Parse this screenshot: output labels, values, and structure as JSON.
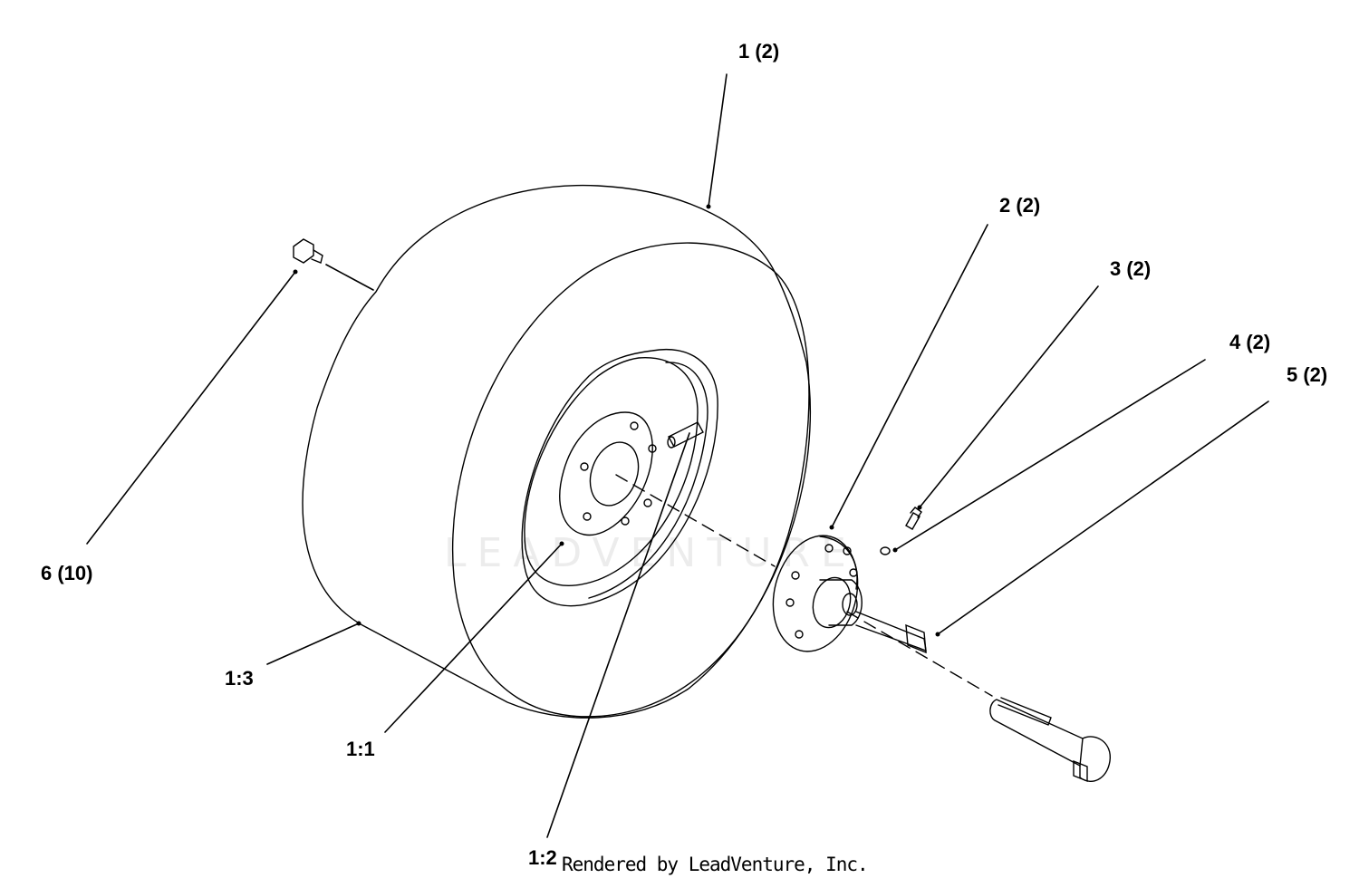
{
  "diagram": {
    "callouts": {
      "c1": "1 (2)",
      "c2": "2 (2)",
      "c3": "3 (2)",
      "c4": "4 (2)",
      "c5": "5 (2)",
      "c6": "6 (10)",
      "c1_1": "1:1",
      "c1_2": "1:2",
      "c1_3": "1:3"
    },
    "credit": "Rendered by LeadVenture, Inc.",
    "watermark": "LEADVENTURE"
  }
}
